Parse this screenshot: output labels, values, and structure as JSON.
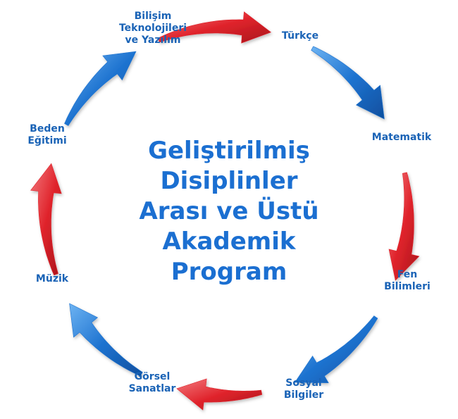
{
  "center_title": {
    "lines": [
      "Geliştirilmiş",
      "Disiplinler",
      "Arası ve Üstü",
      "Akademik",
      "Program"
    ]
  },
  "nodes": [
    {
      "id": "bilisim",
      "lines": [
        "Bilişim",
        "Teknolojileri",
        "ve Yazılım"
      ]
    },
    {
      "id": "turkce",
      "lines": [
        "Türkçe"
      ]
    },
    {
      "id": "matematik",
      "lines": [
        "Matematik"
      ]
    },
    {
      "id": "fen",
      "lines": [
        "Fen",
        "Bilimleri"
      ]
    },
    {
      "id": "sosyal",
      "lines": [
        "Sosyal",
        "Bilgiler"
      ]
    },
    {
      "id": "gorsel",
      "lines": [
        "Görsel",
        "Sanatlar"
      ]
    },
    {
      "id": "muzik",
      "lines": [
        "Müzik"
      ]
    },
    {
      "id": "beden",
      "lines": [
        "Beden",
        "Eğitimi"
      ]
    }
  ],
  "colors": {
    "text": "#1a63b6",
    "title": "#1b6fd1",
    "arrow_blue": "#1e73d0",
    "arrow_blue_light": "#5aa5ee",
    "arrow_red": "#e0242c",
    "arrow_red_light": "#f06a6e"
  },
  "arrows": [
    {
      "from": "bilisim",
      "to": "turkce",
      "color": "red"
    },
    {
      "from": "turkce",
      "to": "matematik",
      "color": "blue"
    },
    {
      "from": "matematik",
      "to": "fen",
      "color": "red"
    },
    {
      "from": "fen",
      "to": "sosyal",
      "color": "blue"
    },
    {
      "from": "sosyal",
      "to": "gorsel",
      "color": "red"
    },
    {
      "from": "gorsel",
      "to": "muzik",
      "color": "blue"
    },
    {
      "from": "muzik",
      "to": "beden",
      "color": "red"
    },
    {
      "from": "beden",
      "to": "bilisim",
      "color": "blue"
    }
  ]
}
